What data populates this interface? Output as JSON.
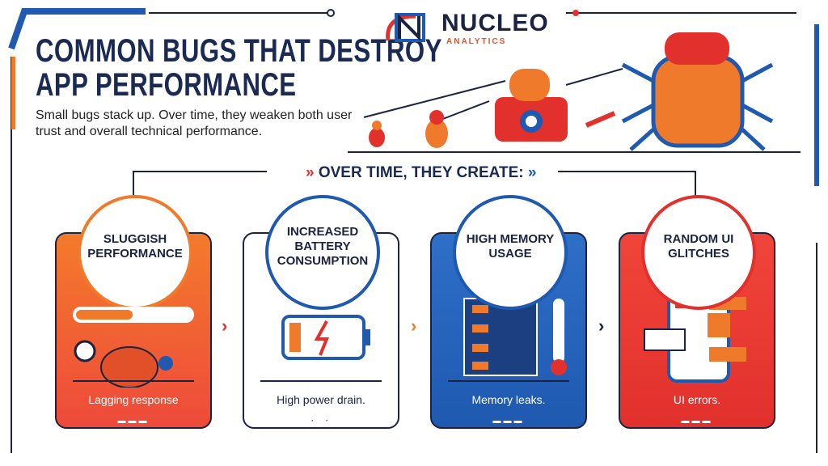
{
  "header": {
    "title_line1": "COMMON BUGS THAT DESTROY",
    "title_line2": "APP PERFORMANCE",
    "subtitle": "Small bugs stack up. Over time, they weaken both user trust and overall technical performance."
  },
  "logo": {
    "name": "NUCLEO",
    "tagline": "ANALYTICS"
  },
  "section_label": "OVER TIME, THEY CREATE:",
  "cards": [
    {
      "title": "SLUGGISH PERFORMANCE",
      "caption": "Lagging response",
      "icon": "turtle-icon",
      "accent": "#f07a2c"
    },
    {
      "title": "INCREASED BATTERY CONSUMPTION",
      "caption": "High power drain.",
      "icon": "battery-icon",
      "accent": "#1f59b0"
    },
    {
      "title": "HIGH MEMORY USAGE",
      "caption": "Memory leaks.",
      "icon": "memory-icon",
      "accent": "#1f59b0"
    },
    {
      "title": "RANDOM UI GLITCHES",
      "caption": "UI errors.",
      "icon": "phone-glitch-icon",
      "accent": "#e2302c"
    }
  ]
}
